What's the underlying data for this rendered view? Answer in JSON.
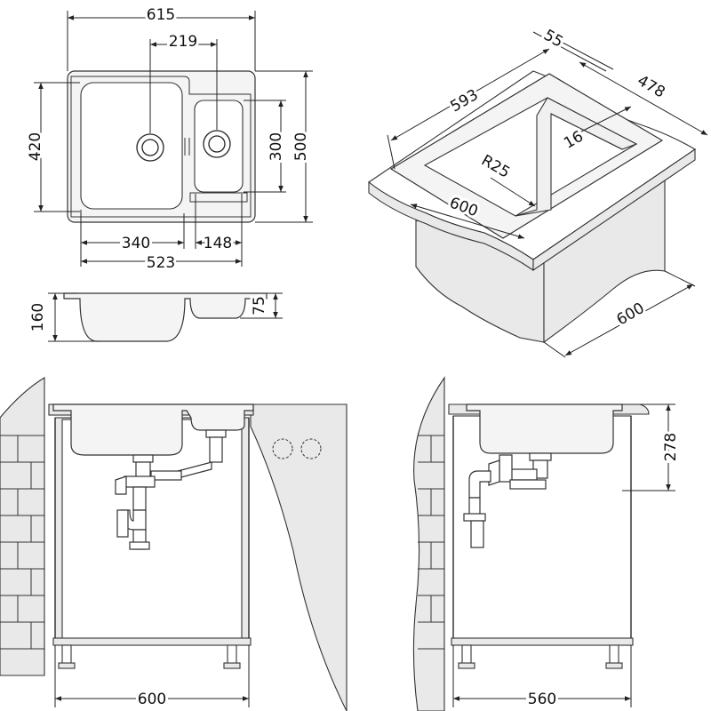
{
  "top_view": {
    "overall_width": "615",
    "drain_offset": "219",
    "bowl_depth": "420",
    "small_bowl_depth": "300",
    "overall_depth": "500",
    "main_bowl_width": "340",
    "small_bowl_width": "148",
    "inner_width": "523"
  },
  "section_view": {
    "main_depth": "160",
    "small_depth": "75"
  },
  "perspective_view": {
    "sink_length": "593",
    "rim_width": "55",
    "sink_depth": "478",
    "edge": "16",
    "radius": "R25",
    "counter_width": "600",
    "cabinet_depth": "600"
  },
  "front_view": {
    "cabinet_width": "600"
  },
  "side_view": {
    "height": "278",
    "cabinet_depth": "560"
  }
}
